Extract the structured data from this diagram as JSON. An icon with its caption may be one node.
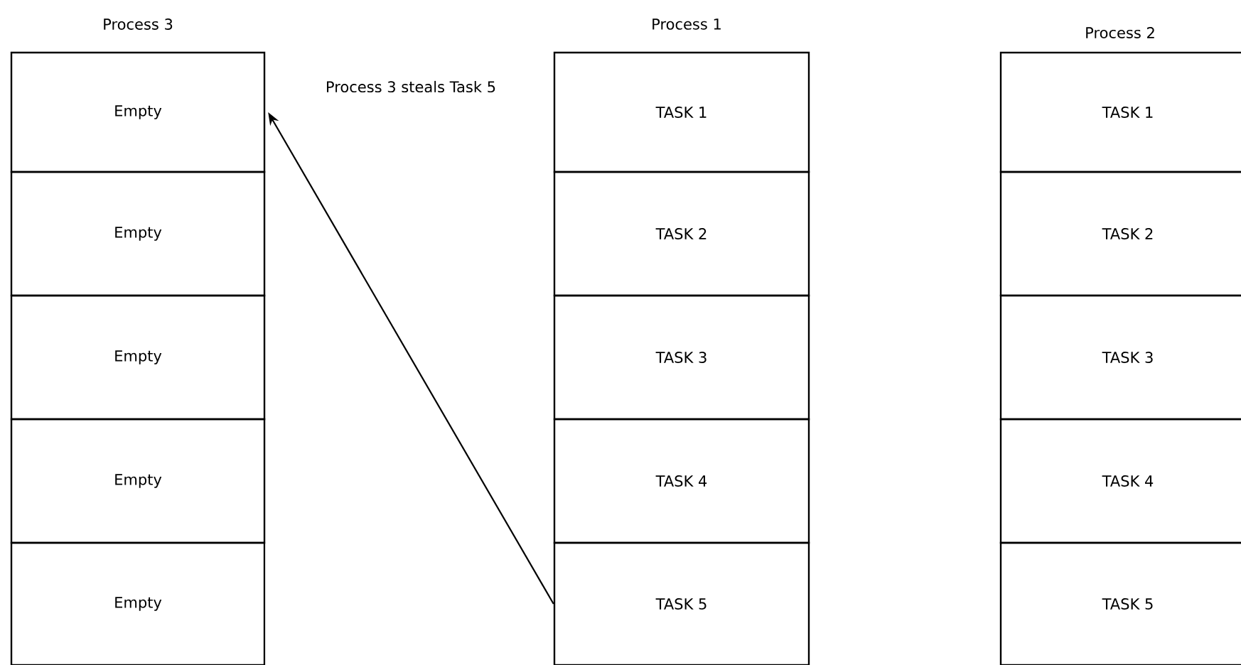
{
  "diagram": {
    "nodes": [
      {
        "text": [
          "Empty"
        ]
      },
      {
        "text": [
          "Empty"
        ]
      },
      {
        "text": [
          "Empty"
        ]
      },
      {
        "text": [
          "Empty"
        ]
      },
      {
        "text": [
          "Empty"
        ]
      },
      {
        "text": [
          "TASK 1"
        ]
      },
      {
        "text": [
          "TASK 2"
        ]
      },
      {
        "text": [
          "TASK 3"
        ]
      },
      {
        "text": [
          "TASK 4"
        ]
      },
      {
        "text": [
          "TASK 5"
        ]
      },
      {
        "text": [
          "TASK 1"
        ]
      },
      {
        "text": [
          "TASK 2"
        ]
      },
      {
        "text": [
          "TASK 3"
        ]
      },
      {
        "text": [
          "TASK 4"
        ]
      },
      {
        "text": [
          "TASK 5"
        ]
      }
    ],
    "edges": [
      {
        "from": 9,
        "to": 0,
        "arrow": "to",
        "label": "Process 3 steals Task 5"
      }
    ],
    "labels": [
      "Process 3",
      "Process 1",
      "Process 2"
    ]
  }
}
